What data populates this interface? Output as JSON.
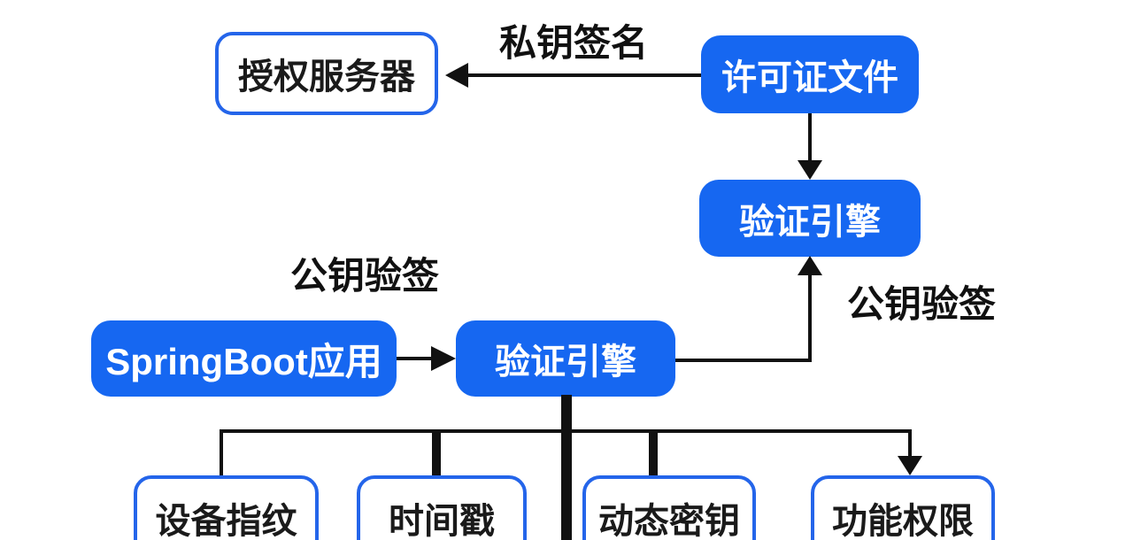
{
  "colors": {
    "blue_fill": "#1667F1",
    "blue_border": "#2465EA",
    "line": "#111111",
    "text_dark": "#1a1a1a",
    "text_light": "#ffffff",
    "bg": "#ffffff"
  },
  "nodes": {
    "auth_server": {
      "label": "授权服务器"
    },
    "license_file": {
      "label": "许可证文件"
    },
    "verify_engine_top": {
      "label": "验证引擎"
    },
    "springboot_app": {
      "label": "SpringBoot应用"
    },
    "verify_engine_main": {
      "label": "验证引擎"
    },
    "device_fingerprint": {
      "label": "设备指纹"
    },
    "timestamp": {
      "label": "时间戳"
    },
    "dynamic_key": {
      "label": "动态密钥"
    },
    "feature_permission": {
      "label": "功能权限"
    }
  },
  "edge_labels": {
    "private_key_sign": "私钥签名",
    "public_key_verify_left": "公钥验签",
    "public_key_verify_right": "公钥验签"
  }
}
